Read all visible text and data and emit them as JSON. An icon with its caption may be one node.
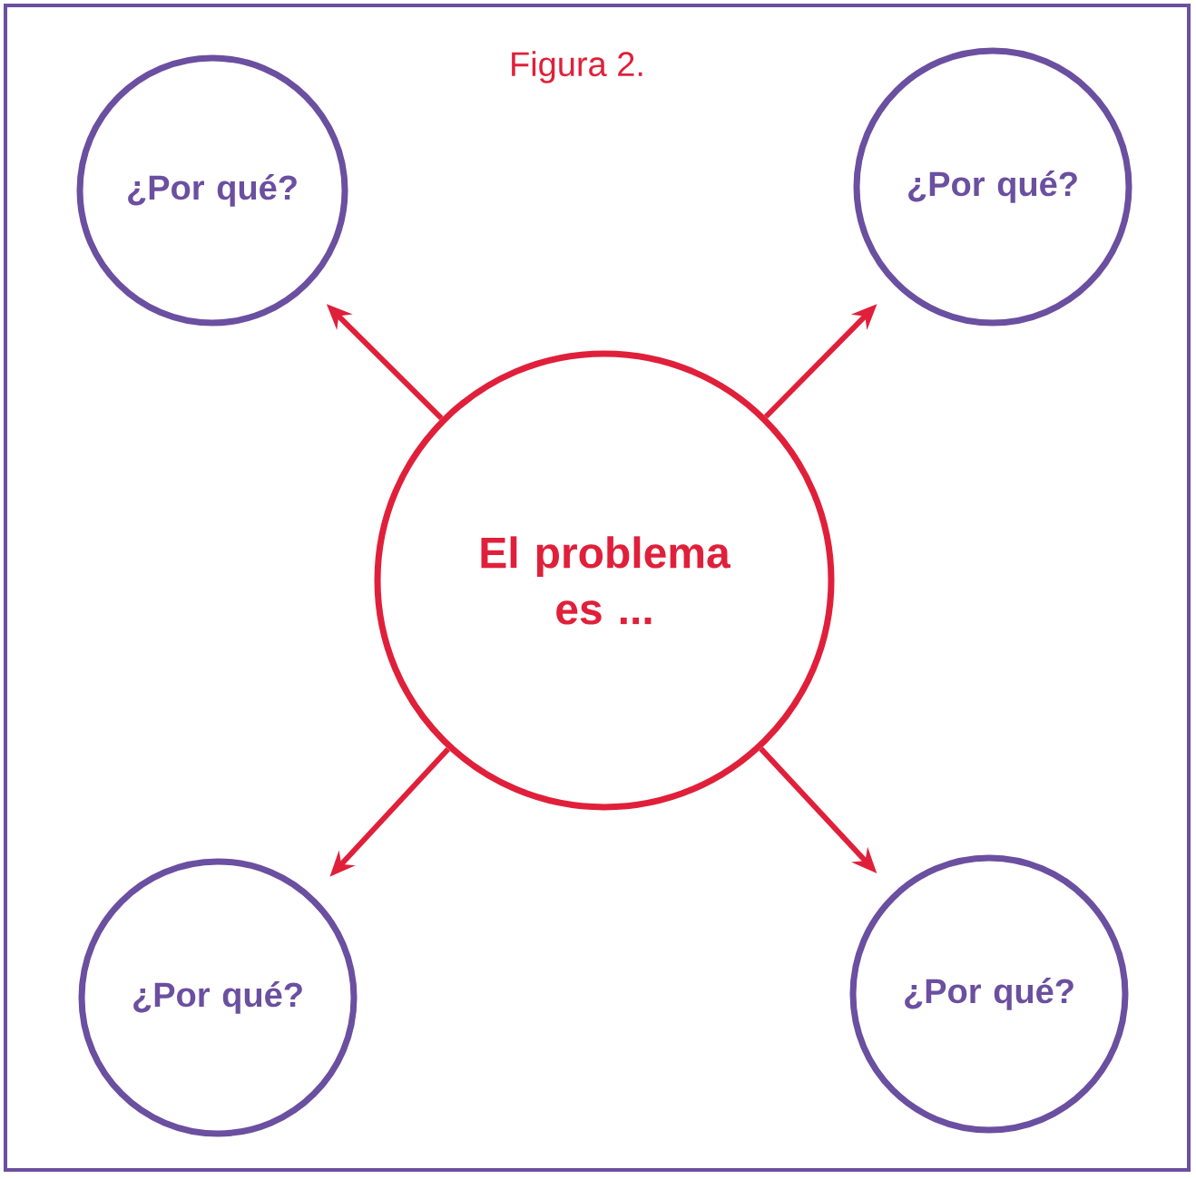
{
  "diagram": {
    "title": "Figura 2.",
    "nodes": [
      {
        "text": [
          "¿Por qué?"
        ]
      },
      {
        "text": [
          "¿Por qué?"
        ]
      },
      {
        "text": [
          "El problema es ..."
        ]
      },
      {
        "text": [
          "¿Por qué?"
        ]
      },
      {
        "text": [
          "¿Por qué?"
        ]
      }
    ],
    "edges": [
      {
        "from": 2,
        "to": 0,
        "arrow": "to"
      },
      {
        "from": 2,
        "to": 1,
        "arrow": "to"
      },
      {
        "from": 2,
        "to": 3,
        "arrow": "to"
      },
      {
        "from": 2,
        "to": 4,
        "arrow": "to"
      }
    ]
  }
}
